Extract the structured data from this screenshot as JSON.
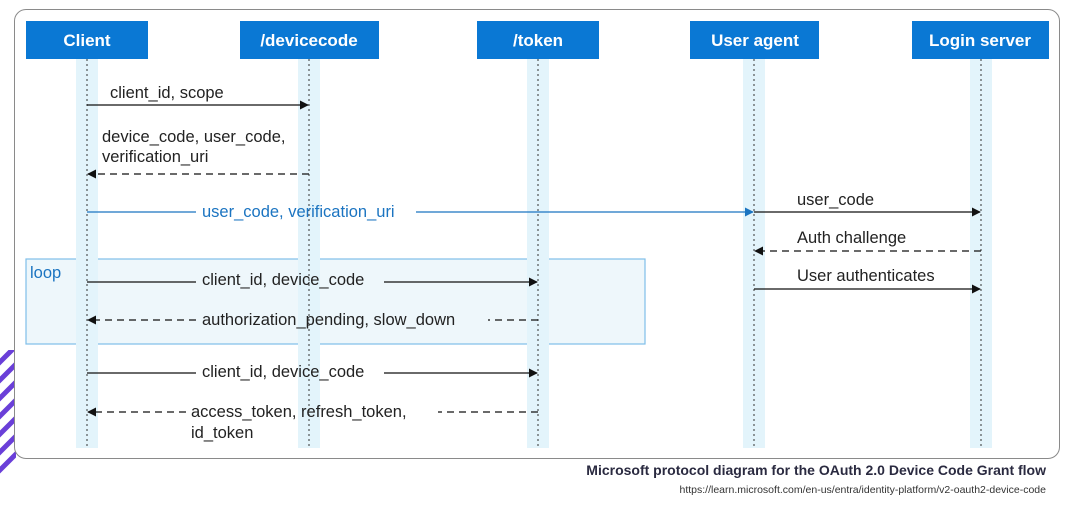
{
  "colors": {
    "header_bg": "#0a78d4",
    "lifeline_band": "#e3f4fb",
    "loop_fill": "#eef7fb",
    "loop_border": "#7fbfe8",
    "accent_blue": "#1b74c1",
    "stripe": "#6a3fd8"
  },
  "participants": [
    "Client",
    "/devicecode",
    "/token",
    "User agent",
    "Login server"
  ],
  "messages": [
    {
      "id": "m1",
      "from": 0,
      "to": 1,
      "style": "solid",
      "color": "black",
      "lines": [
        "client_id, scope"
      ]
    },
    {
      "id": "m2",
      "from": 1,
      "to": 0,
      "style": "dashed",
      "color": "black",
      "lines": [
        "device_code, user_code,",
        "verification_uri"
      ]
    },
    {
      "id": "m3",
      "from": 0,
      "to": 3,
      "style": "solid",
      "color": "blue",
      "lines": [
        "user_code, verification_uri"
      ]
    },
    {
      "id": "m4",
      "from": 3,
      "to": 4,
      "style": "solid",
      "color": "black",
      "lines": [
        "user_code"
      ]
    },
    {
      "id": "m5",
      "from": 4,
      "to": 3,
      "style": "dashed",
      "color": "black",
      "lines": [
        "Auth challenge"
      ]
    },
    {
      "id": "m6",
      "from": 0,
      "to": 2,
      "style": "solid",
      "color": "black",
      "lines": [
        "client_id, device_code"
      ]
    },
    {
      "id": "m7",
      "from": 3,
      "to": 4,
      "style": "solid",
      "color": "black",
      "lines": [
        "User authenticates"
      ]
    },
    {
      "id": "m8",
      "from": 2,
      "to": 0,
      "style": "dashed",
      "color": "black",
      "lines": [
        "authorization_pending, slow_down"
      ]
    },
    {
      "id": "m9",
      "from": 0,
      "to": 2,
      "style": "solid",
      "color": "black",
      "lines": [
        "client_id, device_code"
      ]
    },
    {
      "id": "m10",
      "from": 2,
      "to": 0,
      "style": "dashed",
      "color": "black",
      "lines": [
        "access_token, refresh_token,",
        "id_token"
      ]
    }
  ],
  "loop": {
    "label": "loop"
  },
  "caption": {
    "title": "Microsoft protocol diagram for the OAuth 2.0 Device Code Grant flow",
    "url": "https://learn.microsoft.com/en-us/entra/identity-platform/v2-oauth2-device-code"
  }
}
